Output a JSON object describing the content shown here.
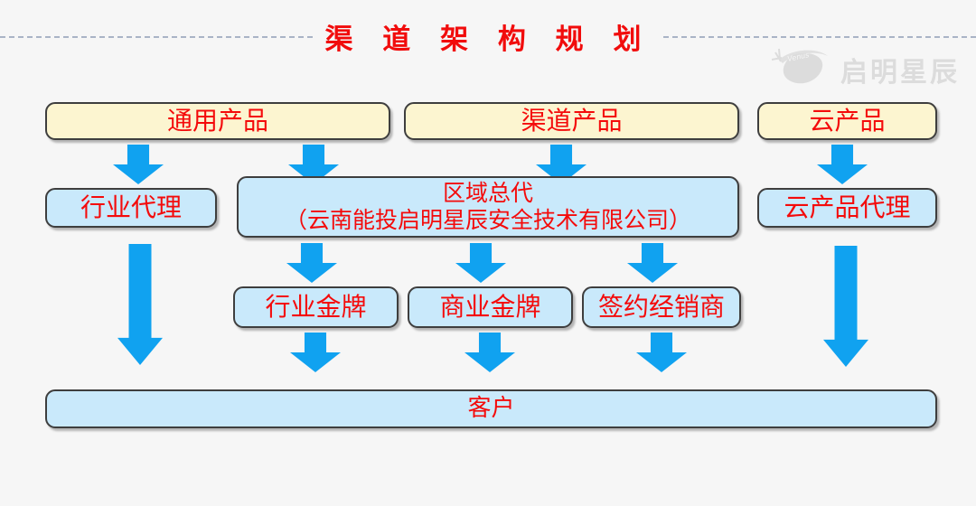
{
  "page": {
    "title": "渠 道 架 构 规 划",
    "background_color": "#f6f6f6"
  },
  "logo": {
    "text": "启明星辰",
    "icon": "venus-swoosh-icon",
    "color": "#dcdcdc"
  },
  "colors": {
    "arrow_blue": "#10a2f0",
    "product_box_fill": "#fcf5d0",
    "agent_box_fill": "#c9e9fb",
    "box_border": "#3e3e3e",
    "text_red": "#f40b0b",
    "divider_dash": "#a9b4c6"
  },
  "diagram": {
    "top_row": [
      {
        "label": "通用产品"
      },
      {
        "label": "渠道产品"
      },
      {
        "label": "云产品"
      }
    ],
    "mid_row": {
      "industry_agent": "行业代理",
      "regional_distributor_title": "区域总代",
      "regional_distributor_subtitle": "（云南能投启明星辰安全技术有限公司）",
      "cloud_product_agent": "云产品代理"
    },
    "third_row": [
      "行业金牌",
      "商业金牌",
      "签约经销商"
    ],
    "bottom": "客户"
  }
}
